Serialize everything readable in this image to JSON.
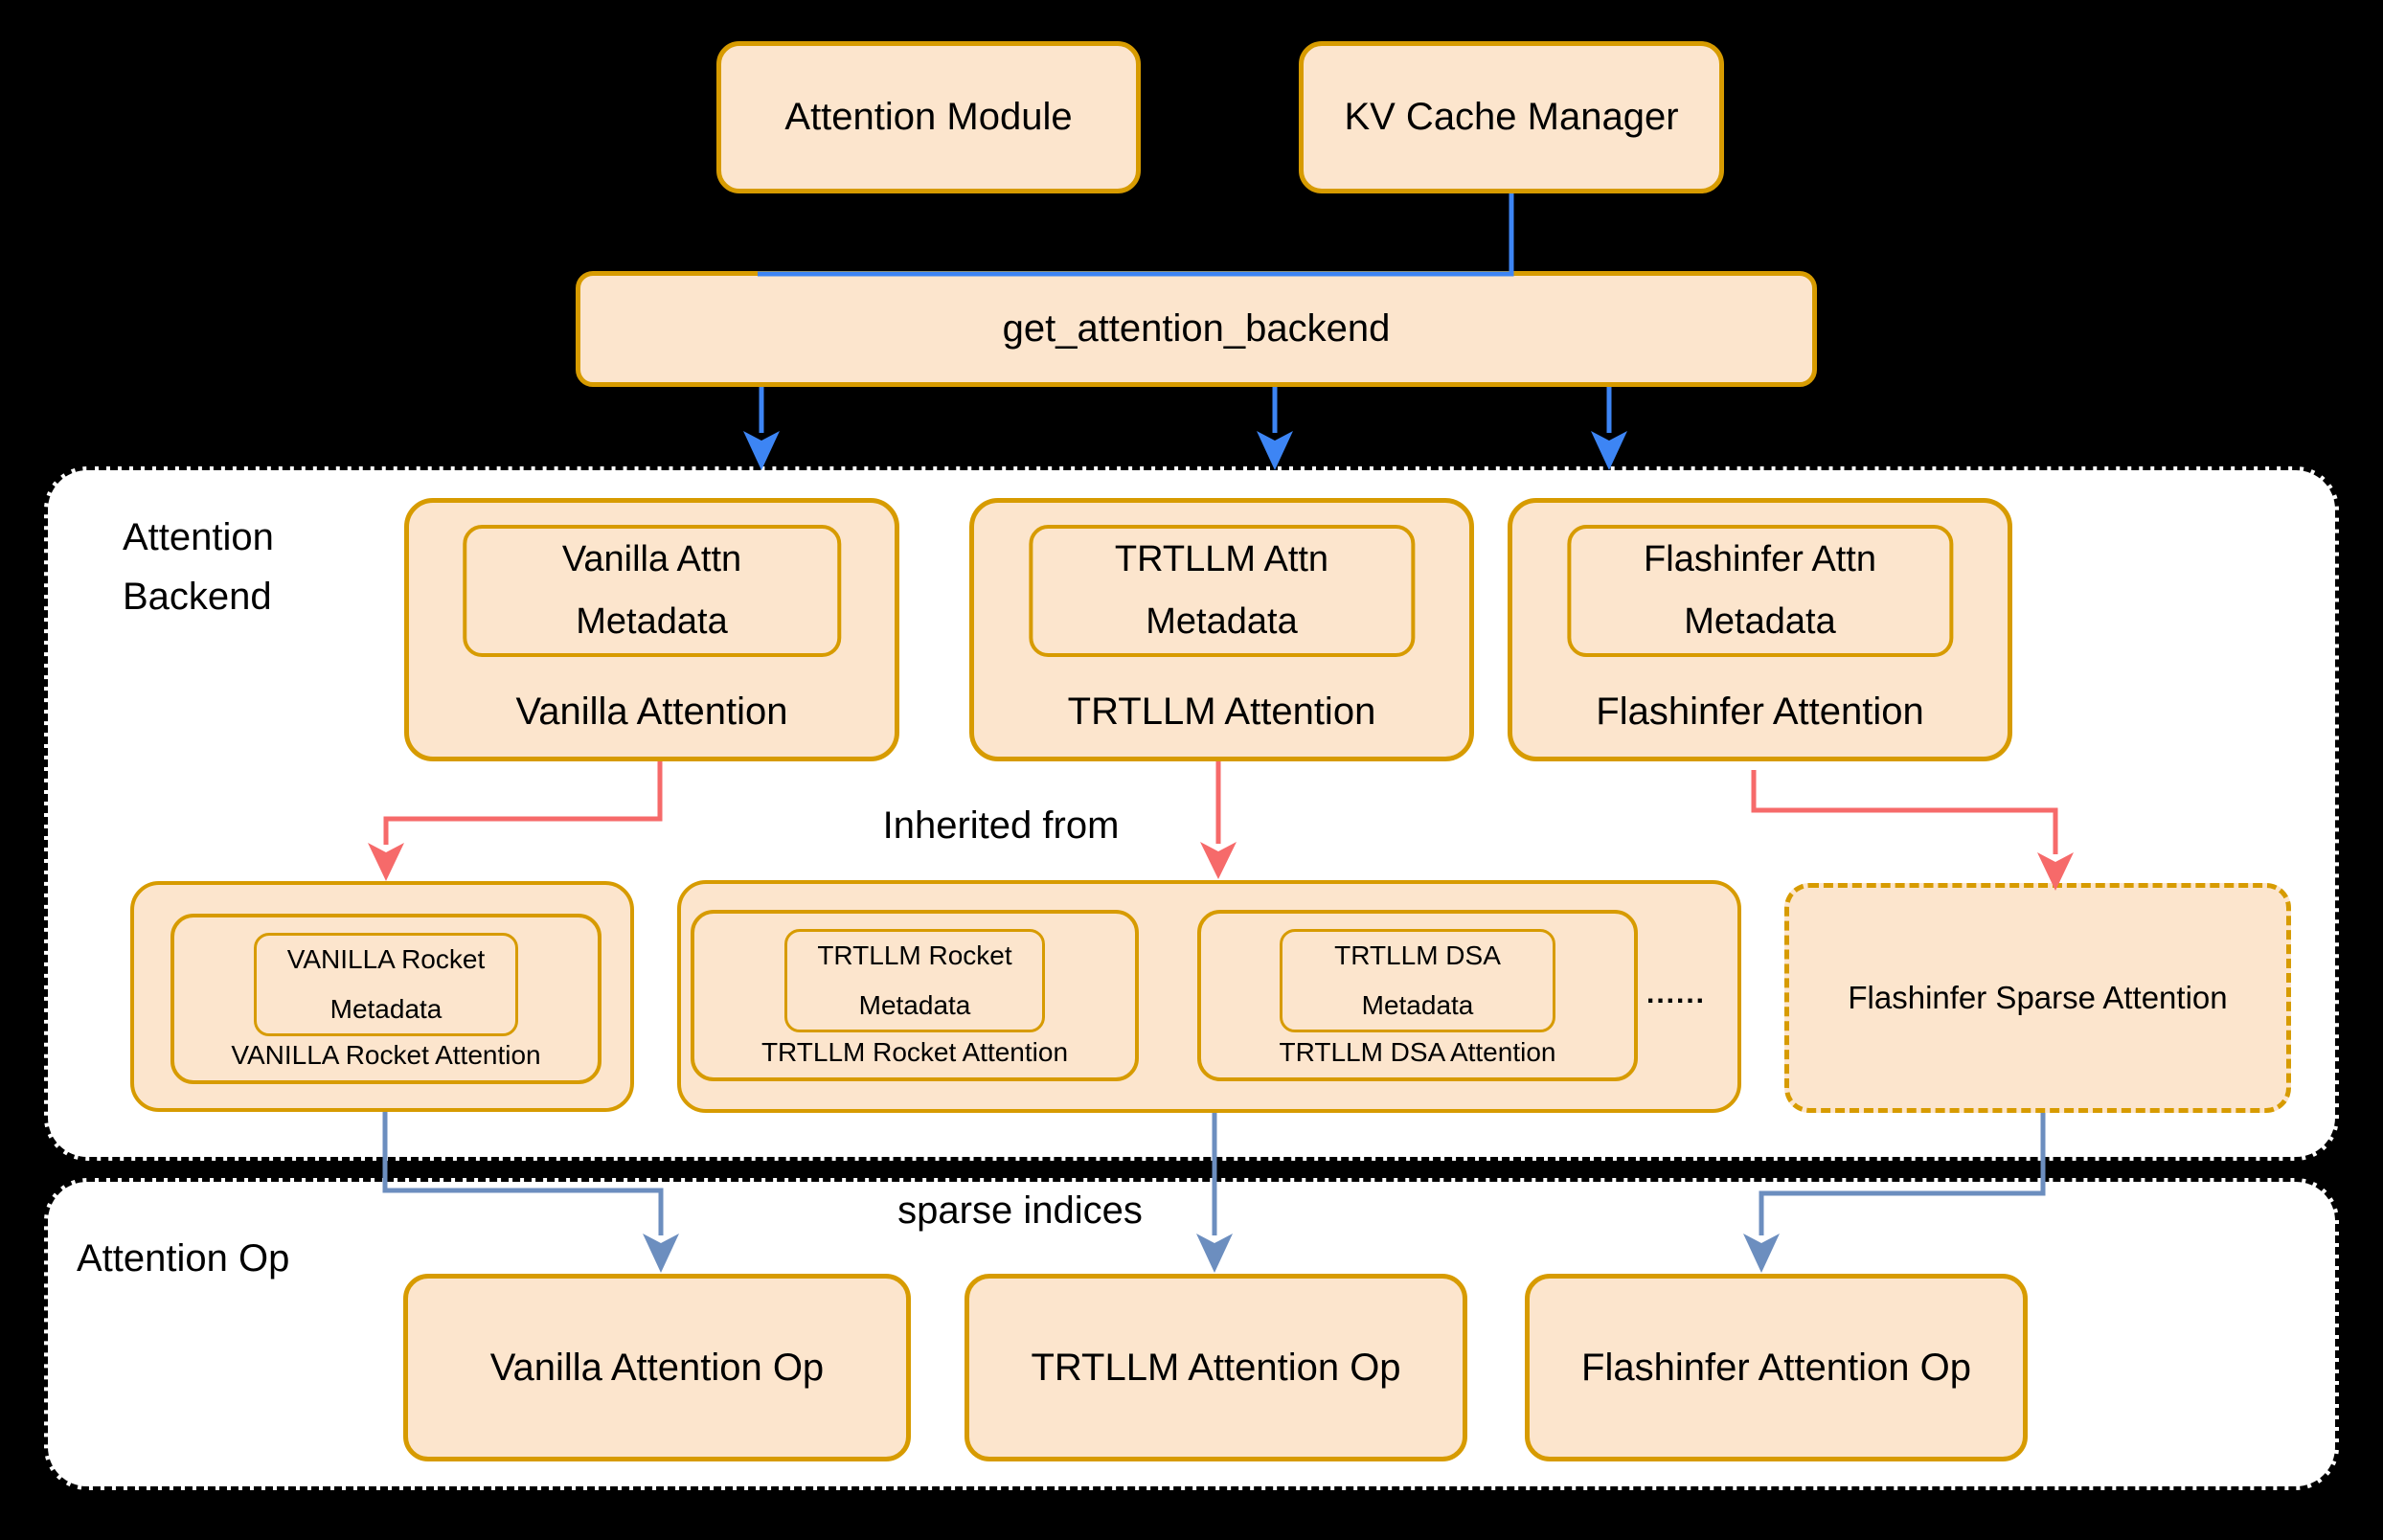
{
  "colors": {
    "canvas_bg": "#000000",
    "container_bg": "#FFFFFF",
    "box_fill": "#FCE5CD",
    "box_border": "#D79B00",
    "arrow_blue": "#3D85F4",
    "arrow_red": "#F66A6A",
    "arrow_steel": "#6C8EBF"
  },
  "top": {
    "attention_module": "Attention Module",
    "kv_cache_manager": "KV Cache Manager",
    "get_attention_backend": "get_attention_backend"
  },
  "backend_section": {
    "label_line1": "Attention",
    "label_line2": "Backend",
    "inherited_from": "Inherited from",
    "backends": [
      {
        "metadata_line1": "Vanilla Attn",
        "metadata_line2": "Metadata",
        "label": "Vanilla Attention"
      },
      {
        "metadata_line1": "TRTLLM Attn",
        "metadata_line2": "Metadata",
        "label": "TRTLLM Attention"
      },
      {
        "metadata_line1": "Flashinfer Attn",
        "metadata_line2": "Metadata",
        "label": "Flashinfer Attention"
      }
    ],
    "inherited": {
      "vanilla_rocket": {
        "metadata_line1": "VANILLA Rocket",
        "metadata_line2": "Metadata",
        "label": "VANILLA Rocket Attention"
      },
      "trtllm_rocket": {
        "metadata_line1": "TRTLLM Rocket",
        "metadata_line2": "Metadata",
        "label": "TRTLLM Rocket Attention"
      },
      "trtllm_dsa": {
        "metadata_line1": "TRTLLM DSA",
        "metadata_line2": "Metadata",
        "label": "TRTLLM DSA Attention"
      },
      "ellipsis": "......",
      "flashinfer_sparse": "Flashinfer Sparse Attention"
    }
  },
  "op_section": {
    "label": "Attention Op",
    "sparse_indices": "sparse indices",
    "ops": [
      "Vanilla Attention Op",
      "TRTLLM Attention Op",
      "Flashinfer Attention Op"
    ]
  }
}
